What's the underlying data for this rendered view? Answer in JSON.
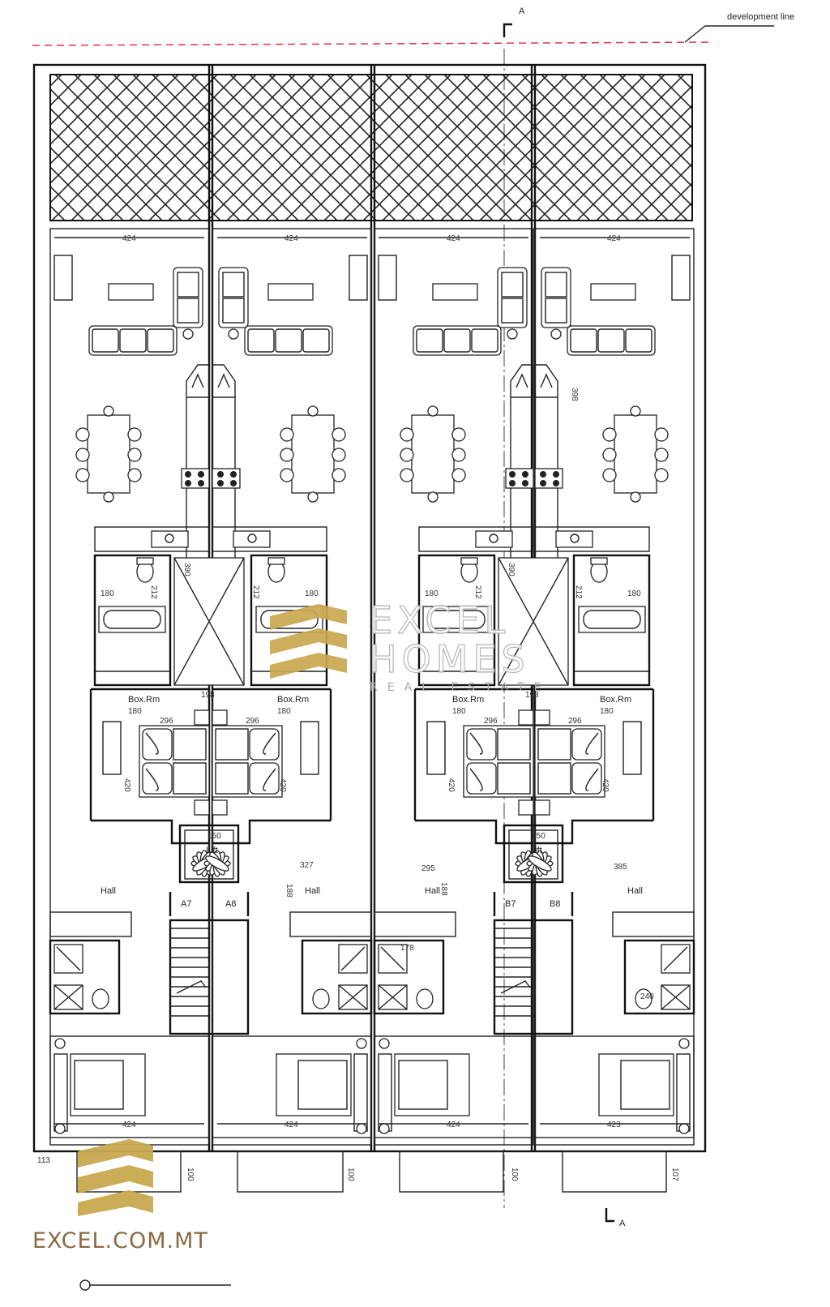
{
  "header": {
    "section_marker_top": "A",
    "section_marker_bottom": "A",
    "development_line_label": "development line",
    "development_line_color": "#d9364a"
  },
  "units": [
    {
      "code": "A7",
      "top_dim": "424",
      "bottom_dim": "424",
      "hall": "Hall",
      "box_room": "Box.Rm"
    },
    {
      "code": "A8",
      "top_dim": "424",
      "bottom_dim": "424",
      "hall": "Hall",
      "box_room": "Box.Rm"
    },
    {
      "code": "B7",
      "top_dim": "424",
      "bottom_dim": "424",
      "hall": "Hall",
      "box_room": "Box.Rm"
    },
    {
      "code": "B8",
      "top_dim": "424",
      "bottom_dim": "423",
      "hall": "Hall",
      "box_room": "Box.Rm"
    }
  ],
  "cores": [
    {
      "lift_label": "Lift",
      "lift_dim": "150",
      "shaft_dim": "198",
      "shaft_height_dim": "390"
    },
    {
      "lift_label": "Lift",
      "lift_dim": "150",
      "shaft_dim": "198",
      "shaft_height_dim": "390"
    }
  ],
  "dimensions": {
    "bath_height": "212",
    "bath_width": "180",
    "box_room_width": "180",
    "bedroom_width": "296",
    "bedroom_depth": "420",
    "hall_dims": [
      "327",
      "295",
      "385"
    ],
    "hall_depths": [
      "188",
      "188"
    ],
    "wc_dims": [
      "188",
      "178",
      "240"
    ],
    "balcony_side_dims": [
      "113",
      "100",
      "100",
      "100",
      "107"
    ],
    "living_depth": "398"
  },
  "watermark": {
    "line1": "EXCEL",
    "line2": "HOMES",
    "line3": "REAL ESTATE",
    "website": "EXCEL.COM.MT",
    "logo_color": "#c9a84f"
  }
}
